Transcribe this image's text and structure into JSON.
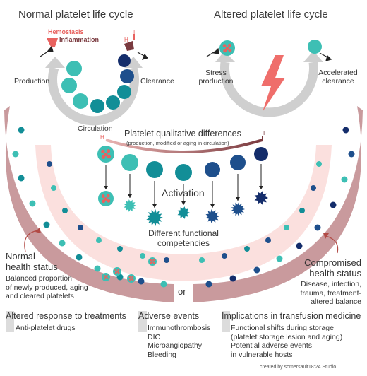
{
  "titles": {
    "normal": "Normal platelet life cycle",
    "altered": "Altered platelet life cycle"
  },
  "normal_cycle": {
    "hemostasis": "Hemostasis",
    "inflammation": "Inflammation",
    "production": "Production",
    "clearance": "Clearance",
    "circulation": "Circulation",
    "marker_h": "H",
    "marker_i": "I"
  },
  "altered_cycle": {
    "stress_production": [
      "Stress",
      "production"
    ],
    "accelerated_clearance": [
      "Accelerated",
      "clearance"
    ]
  },
  "qualitative": {
    "title": "Platelet qualitative differences",
    "subtitle": "(production, modified or aging in circulation)",
    "marker_h": "H",
    "marker_i": "I"
  },
  "center": {
    "activation": "Activation",
    "competencies": [
      "Different functional",
      "competencies"
    ]
  },
  "health": {
    "normal_heading": [
      "Normal",
      "health status"
    ],
    "normal_desc": [
      "Balanced proportion",
      "of newly produced, aging",
      "and cleared platelets"
    ],
    "or": "or",
    "compromised_heading": [
      "Compromised",
      "health status"
    ],
    "compromised_desc": [
      "Disease, infection,",
      "trauma, treatment-",
      "altered balance"
    ]
  },
  "bottom": {
    "col1": {
      "heading": "Altered response to treatments",
      "items": [
        "Anti-platelet drugs"
      ]
    },
    "col2": {
      "heading": "Adverse events",
      "items": [
        "Immunothrombosis",
        "DIC",
        "Microangiopathy",
        "Bleeding"
      ]
    },
    "col3": {
      "heading": "Implications in transfusion medicine",
      "items": [
        "Functional shifts during storage",
        "(platelet storage lesion and aging)",
        "Potential adverse events",
        "in vulnerable hosts"
      ]
    }
  },
  "credit": "created by somersault18:24 Studio",
  "colors": {
    "teal_light": "#3dbfb4",
    "teal_dark": "#128e97",
    "blue": "#1e4f8c",
    "navy": "#142d6b",
    "salmon": "#e8625f",
    "mauve_band": "#c99a9d",
    "pink_band": "#fbe0de",
    "gray_arrow": "#cfcfcf"
  }
}
